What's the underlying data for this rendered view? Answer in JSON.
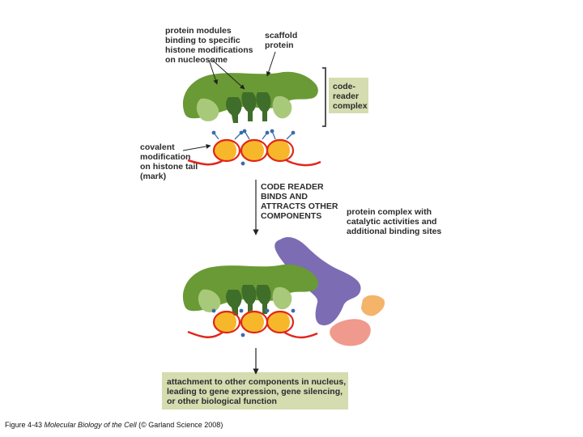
{
  "labels": {
    "protein_modules": "protein modules\nbinding to specific\nhistone modifications\non nucleosome",
    "scaffold": "scaffold\nprotein",
    "code_reader": "code-\nreader\ncomplex",
    "covalent": "covalent\nmodification\non histone tail\n(mark)",
    "code_reader_binds": "CODE READER\nBINDS AND\nATTRACTS OTHER\nCOMPONENTS",
    "protein_complex": "protein complex with\ncatalytic activities and\nadditional binding sites",
    "attachment": "attachment to other components in nucleus,\nleading to gene expression, gene silencing,\nor other biological function"
  },
  "caption": {
    "figure": "Figure 4-43",
    "book": "Molecular Biology of the Cell",
    "credit": "(© Garland Science 2008)"
  },
  "colors": {
    "scaffold_green": "#6a9a35",
    "module_light": "#a9c97a",
    "module_dark": "#3f6e2a",
    "dna_red": "#e0261c",
    "nucleosome_yellow": "#f6b82a",
    "complex_purple": "#7c6cb3",
    "peach": "#f4b46a",
    "pink": "#ef9a8c",
    "box_green": "#d4dcb0"
  }
}
